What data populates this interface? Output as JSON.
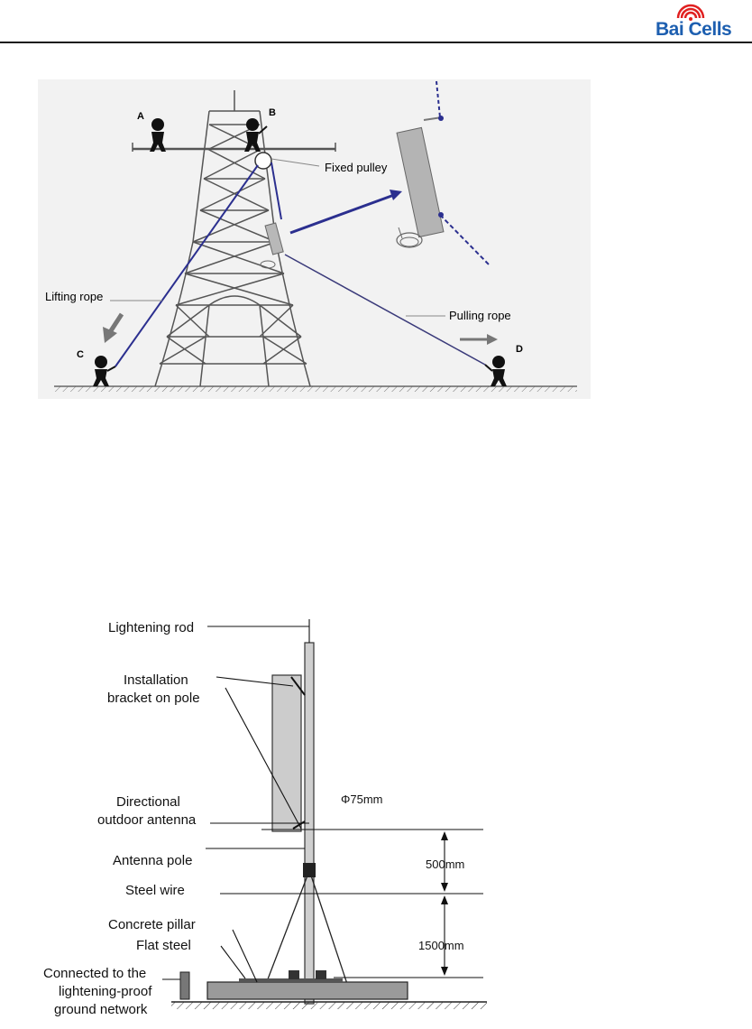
{
  "header": {
    "logo_text": "Bai Cells",
    "logo_color": "#1d5fb0",
    "logo_arc_color": "#e02020"
  },
  "figure1": {
    "persons": [
      "A",
      "B",
      "C",
      "D"
    ],
    "labels": {
      "fixed_pulley": "Fixed pulley",
      "lifting_rope": "Lifting rope",
      "pulling_rope": "Pulling rope"
    }
  },
  "figure2": {
    "labels": {
      "lightening_rod": "Lightening rod",
      "bracket_line1": "Installation",
      "bracket_line2": "bracket on pole",
      "antenna_line1": "Directional",
      "antenna_line2": "outdoor antenna",
      "antenna_pole": "Antenna pole",
      "steel_wire": "Steel wire",
      "concrete_pillar": "Concrete pillar",
      "flat_steel": "Flat steel",
      "ground_line1": "Connected to the",
      "ground_line2": "lightening-proof",
      "ground_line3": "ground network",
      "diameter": "Φ75mm",
      "dim_upper": "500mm",
      "dim_lower": "1500mm"
    }
  }
}
